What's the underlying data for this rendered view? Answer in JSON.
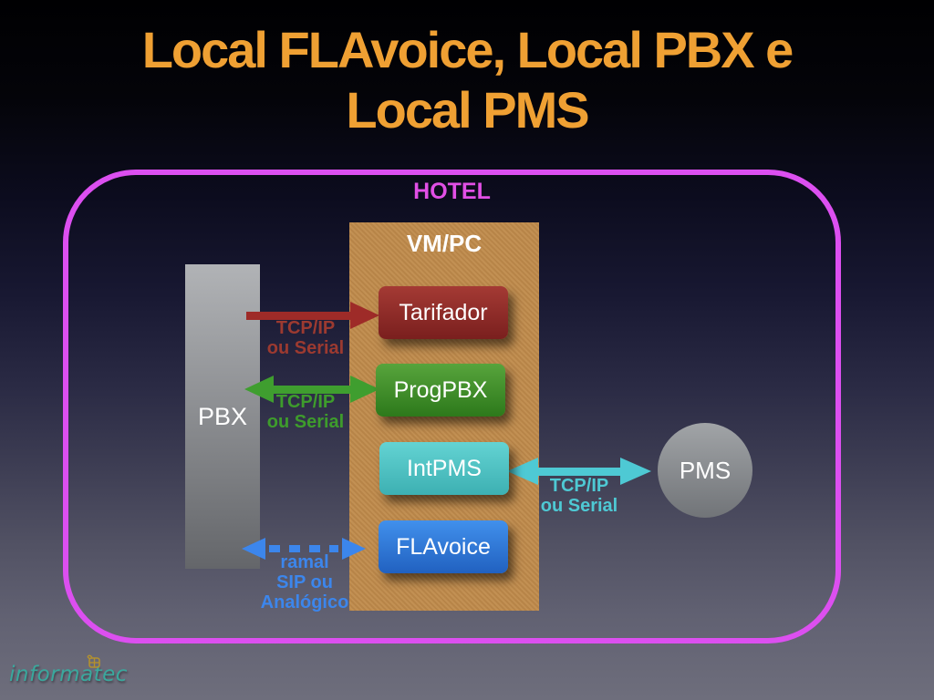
{
  "title": {
    "line1": "Local FLAvoice, Local PBX e",
    "line2": "Local PMS"
  },
  "hotel": {
    "label": "HOTEL"
  },
  "vmpc": {
    "label": "VM/PC",
    "apps": [
      {
        "label": "Tarifador",
        "color": "#8f2a26"
      },
      {
        "label": "ProgPBX",
        "color": "#3f8f28"
      },
      {
        "label": "IntPMS",
        "color": "#4fc1c3"
      },
      {
        "label": "FLAvoice",
        "color": "#2f74d6"
      }
    ]
  },
  "pbx": {
    "label": "PBX"
  },
  "pms": {
    "label": "PMS"
  },
  "connections": [
    {
      "from": "PBX",
      "to": "Tarifador",
      "type": "single-arrow-right",
      "style": "solid",
      "color": "#9e2b28",
      "label_line1": "TCP/IP",
      "label_line2": "ou Serial"
    },
    {
      "from": "PBX",
      "to": "ProgPBX",
      "type": "double-arrow",
      "style": "solid",
      "color": "#3f9e2f",
      "label_line1": "TCP/IP",
      "label_line2": "ou Serial"
    },
    {
      "from": "IntPMS",
      "to": "PMS",
      "type": "double-arrow",
      "style": "solid",
      "color": "#4ec9d4",
      "label_line1": "TCP/IP",
      "label_line2": "ou Serial"
    },
    {
      "from": "PBX",
      "to": "FLAvoice",
      "type": "double-arrow",
      "style": "dashed",
      "color": "#3c86ec",
      "label_line1": "ramal",
      "label_line2": "SIP ou",
      "label_line3": "Analógico"
    }
  ],
  "logo": {
    "text": "informatec"
  },
  "colors": {
    "title": "#efa033",
    "hotel_border": "#dc4ff0",
    "hotel_label": "#e14fe5",
    "vmpc_background": "#bf8b4d",
    "background_top": "#000002",
    "background_bottom": "#6e6e7c"
  }
}
